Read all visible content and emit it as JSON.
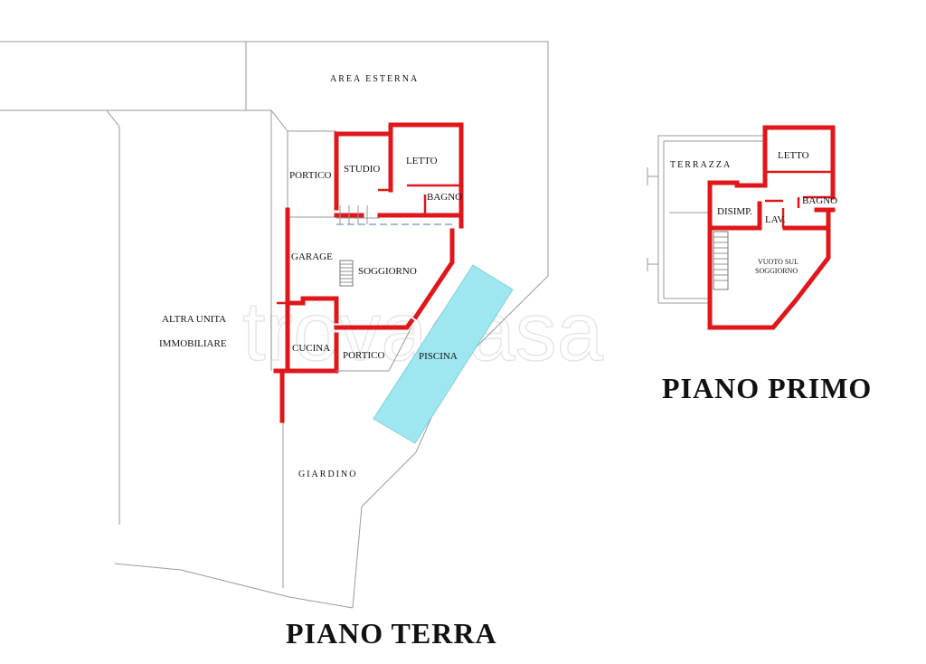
{
  "watermark": "trovacasa",
  "ground_floor": {
    "title": "PIANO TERRA",
    "area_esterna": "AREA ESTERNA",
    "altra_unita_1": "ALTRA UNITA",
    "altra_unita_2": "IMMOBILIARE",
    "portico_top": "PORTICO",
    "studio": "STUDIO",
    "letto": "LETTO",
    "bagno": "BAGNO",
    "garage": "GARAGE",
    "soggiorno": "SOGGIORNO",
    "cucina": "CUCINA",
    "portico_bottom": "PORTICO",
    "piscina": "PISCINA",
    "giardino": "GIARDINO"
  },
  "first_floor": {
    "title": "PIANO PRIMO",
    "terrazza": "TERRAZZA",
    "letto": "LETTO",
    "bagno": "BAGNO",
    "disimp": "DISIMP.",
    "lav": "LAV.",
    "vuoto_1": "VUOTO SUL",
    "vuoto_2": "SOGGIORNO"
  },
  "colors": {
    "walls": "#e0161b",
    "pool": "#9ee7f0",
    "lines": "#9a9a9a"
  }
}
